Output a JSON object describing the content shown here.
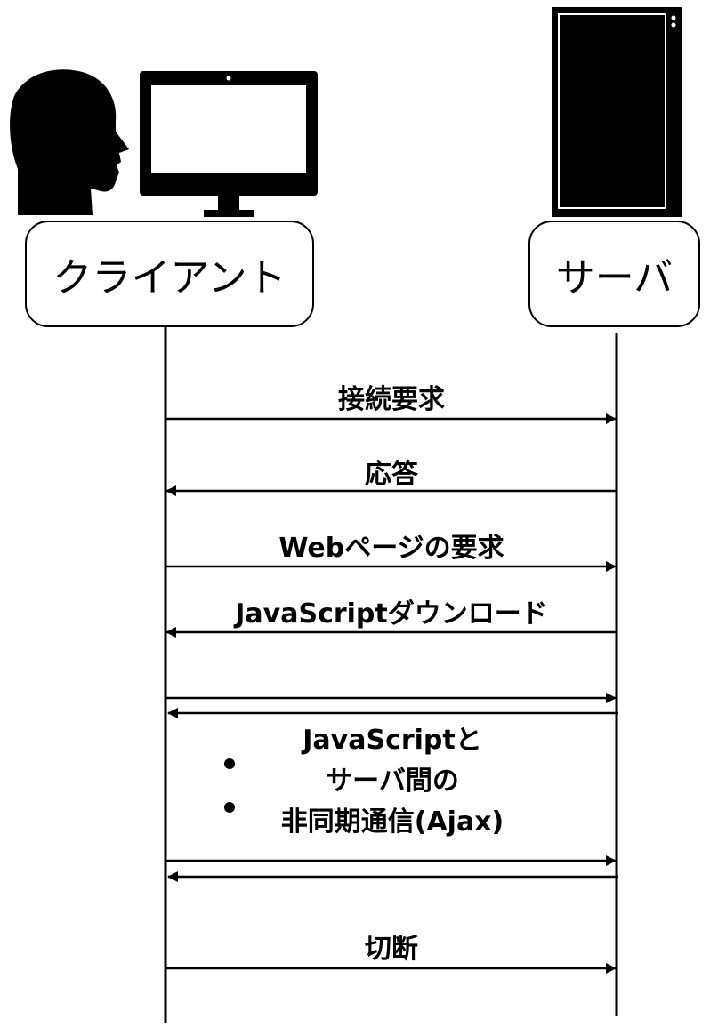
{
  "actors": {
    "client": {
      "label": "クライアント",
      "icon": "person-at-monitor-icon"
    },
    "server": {
      "label": "サーバ",
      "icon": "server-tower-icon"
    }
  },
  "messages": [
    {
      "label": "接続要求",
      "direction": "client-to-server"
    },
    {
      "label": "応答",
      "direction": "server-to-client"
    },
    {
      "label": "Webページの要求",
      "direction": "client-to-server"
    },
    {
      "label": "JavaScriptダウンロード",
      "direction": "server-to-client"
    },
    {
      "label": "",
      "direction": "client-to-server"
    },
    {
      "label": "",
      "direction": "server-to-client"
    },
    {
      "label": "",
      "direction": "client-to-server"
    },
    {
      "label": "",
      "direction": "server-to-client"
    },
    {
      "label": "切断",
      "direction": "client-to-server"
    }
  ],
  "ajax_note": {
    "lines": [
      "JavaScriptと",
      "サーバ間の",
      "非同期通信(Ajax)"
    ]
  },
  "colors": {
    "stroke": "#000000",
    "background": "#ffffff"
  }
}
